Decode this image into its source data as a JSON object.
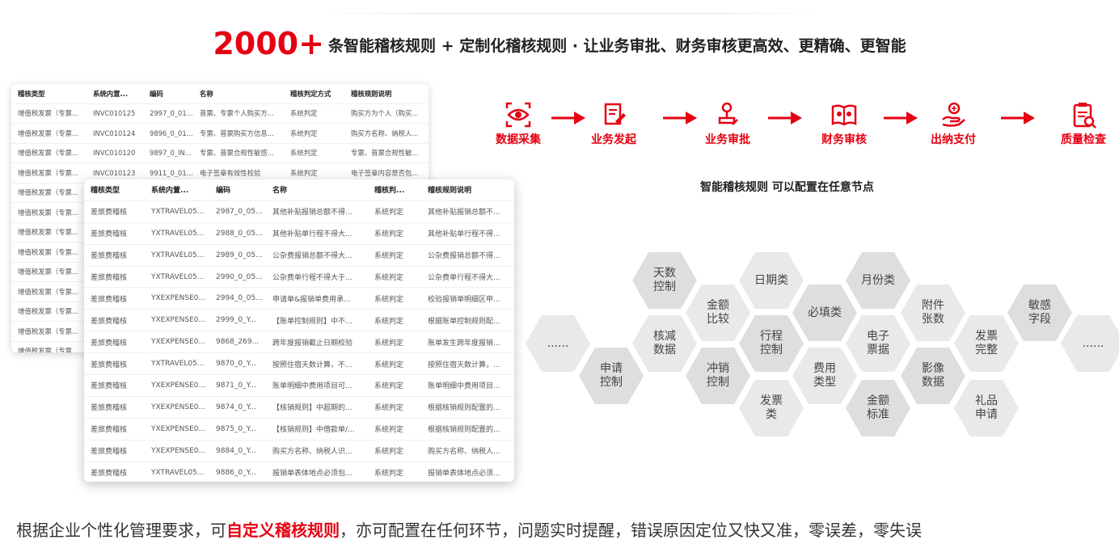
{
  "headline": {
    "number": "2000",
    "plus": "+",
    "text": "条智能稽核规则 + 定制化稽核规则 · 让业务审批、财务审核更高效、更精确、更智能"
  },
  "table_back": {
    "headers": [
      "稽核类型",
      "系统内置...",
      "编码",
      "名称",
      "稽核判定方式",
      "稽核规则说明"
    ],
    "rows": [
      [
        "增值税发票（专票...",
        "INVC010125",
        "2997_0_01...",
        "普票、专票个人购买方...",
        "系统判定",
        "购买方为个人（购买..."
      ],
      [
        "增值税发票（专票...",
        "INVC010124",
        "9896_0_01...",
        "专票、普票购买方信息...",
        "系统判定",
        "购买方名称、纳税人..."
      ],
      [
        "增值税发票（专票...",
        "INVC010120",
        "9897_0_IN...",
        "专票、普票合规性敏感...",
        "系统判定",
        "专票、普票合规性敏..."
      ],
      [
        "增值税发票（专票...",
        "INVC010123",
        "9911_0_01...",
        "电子签章有效性校验",
        "系统判定",
        "电子签章内容是否包..."
      ],
      [
        "增值税发票（专票...",
        "",
        "",
        "",
        "",
        ""
      ],
      [
        "增值税发票（专票...",
        "",
        "",
        "",
        "",
        ""
      ],
      [
        "增值税发票（专票...",
        "",
        "",
        "",
        "",
        ""
      ],
      [
        "增值税发票（专票...",
        "",
        "",
        "",
        "",
        ""
      ],
      [
        "增值税发票（专票...",
        "",
        "",
        "",
        "",
        ""
      ],
      [
        "增值税发票（专票...",
        "",
        "",
        "",
        "",
        ""
      ],
      [
        "增值税发票（专票...",
        "",
        "",
        "",
        "",
        ""
      ],
      [
        "增值税发票（专票...",
        "",
        "",
        "",
        "",
        ""
      ],
      [
        "增值税发票（专票...",
        "",
        "",
        "",
        "",
        ""
      ]
    ]
  },
  "table_front": {
    "headers": [
      "稽核类型",
      "系统内置...",
      "编码",
      "名称",
      "稽核判...",
      "稽核规则说明"
    ],
    "rows": [
      [
        "差旅费稽核",
        "YXTRAVEL05...",
        "2987_0_05...",
        "其他补贴报销总额不得...",
        "系统判定",
        "其他补贴报销总额不..."
      ],
      [
        "差旅费稽核",
        "YXTRAVEL05...",
        "2988_0_05...",
        "其他补贴单行程不得大...",
        "系统判定",
        "其他补贴单行程不得..."
      ],
      [
        "差旅费稽核",
        "YXTRAVEL05...",
        "2989_0_05...",
        "公杂费报销总额不得大...",
        "系统判定",
        "公杂费报销总额不得..."
      ],
      [
        "差旅费稽核",
        "YXTRAVEL05...",
        "2990_0_05...",
        "公杂费单行程不得大于...",
        "系统判定",
        "公杂费单行程不得大..."
      ],
      [
        "差旅费稽核",
        "YXEXPENSE0...",
        "2994_0_05...",
        "申请单&报销单费用承...",
        "系统判定",
        "校验报销单明细区申..."
      ],
      [
        "差旅费稽核",
        "YXEXPENSE0...",
        "2999_0_Y...",
        "【账单控制规则】中不...",
        "系统判定",
        "根据账单控制规则配..."
      ],
      [
        "差旅费稽核",
        "YXEXPENSE0...",
        "9868_269...",
        "跨年度报销截止日期校验",
        "系统判定",
        "账单发生跨年度报销..."
      ],
      [
        "差旅费稽核",
        "YXTRAVEL05...",
        "9870_0_Y...",
        "按照住宿天数计算，不...",
        "系统判定",
        "按照住宿天数计算，..."
      ],
      [
        "差旅费稽核",
        "YXEXPENSE0...",
        "9871_0_Y...",
        "账单明细中费用项目可...",
        "系统判定",
        "账单明细中费用项目..."
      ],
      [
        "差旅费稽核",
        "YXEXPENSE0...",
        "9874_0_Y...",
        "【核销规则】中超期的...",
        "系统判定",
        "根据核销规则配置的..."
      ],
      [
        "差旅费稽核",
        "YXEXPENSE0...",
        "9875_0_Y...",
        "【核销规则】中借款单/...",
        "系统判定",
        "根据核销规则配置的..."
      ],
      [
        "差旅费稽核",
        "YXEXPENSE0...",
        "9884_0_Y...",
        "购买方名称、纳税人识...",
        "系统判定",
        "购买方名称、纳税人..."
      ],
      [
        "差旅费稽核",
        "YXTRAVEL05...",
        "9886_0_Y...",
        "报销单表体地点必须包...",
        "系统判定",
        "报销单表体地点必须..."
      ]
    ]
  },
  "flow": {
    "steps": [
      {
        "label": "数据采集",
        "icon": "eye-scan-icon"
      },
      {
        "label": "业务发起",
        "icon": "document-pen-icon"
      },
      {
        "label": "业务审批",
        "icon": "approval-stamp-icon"
      },
      {
        "label": "财务审核",
        "icon": "book-review-icon"
      },
      {
        "label": "出纳支付",
        "icon": "hand-coin-icon"
      },
      {
        "label": "质量检查",
        "icon": "clipboard-check-icon"
      }
    ],
    "subtitle": "智能稽核规则 可以配置在任意节点"
  },
  "hexes": [
    {
      "label": "......"
    },
    {
      "label": "申请\n控制"
    },
    {
      "label": "天数\n控制"
    },
    {
      "label": "核减\n数据"
    },
    {
      "label": "金额\n比较"
    },
    {
      "label": "冲销\n控制"
    },
    {
      "label": "日期类"
    },
    {
      "label": "行程\n控制"
    },
    {
      "label": "发票\n类"
    },
    {
      "label": "必填类"
    },
    {
      "label": "费用\n类型"
    },
    {
      "label": "月份类"
    },
    {
      "label": "电子\n票据"
    },
    {
      "label": "金额\n标准"
    },
    {
      "label": "附件\n张数"
    },
    {
      "label": "影像\n数据"
    },
    {
      "label": "发票\n完整"
    },
    {
      "label": "礼品\n申请"
    },
    {
      "label": "敏感\n字段"
    },
    {
      "label": "......"
    }
  ],
  "bottom": {
    "prefix": "根据企业个性化管理要求，可",
    "emphasis": "自定义稽核规则",
    "suffix": "，亦可配置在任何环节，问题实时提醒，错误原因定位又快又准，零误差，零失误"
  },
  "colors": {
    "accent": "#e60012",
    "hex_dark": "#dedede",
    "hex_light": "#e9e9e9"
  }
}
